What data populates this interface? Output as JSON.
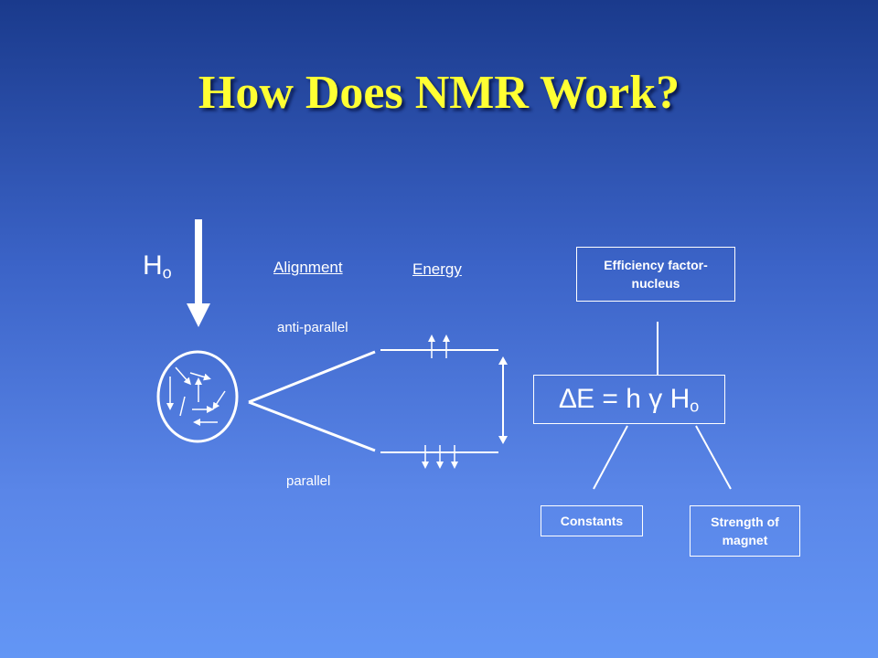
{
  "title": "How Does NMR Work?",
  "field_label": {
    "main": "H",
    "sub": "o"
  },
  "alignment_header": "Alignment",
  "energy_header": "Energy",
  "anti_parallel_label": "anti-parallel",
  "parallel_label": "parallel",
  "efficiency_box": {
    "line1": "Efficiency factor-",
    "line2": "nucleus"
  },
  "equation": {
    "delta": "∆",
    "lhs": "E = h ",
    "gamma": "γ",
    "h": " H",
    "sub": "o"
  },
  "constants_box": "Constants",
  "strength_box": {
    "line1": "Strength of",
    "line2": "magnet"
  },
  "colors": {
    "title": "#ffff33",
    "ink": "#ffffff",
    "bg_top": "#1a3a8c",
    "bg_bottom": "#6396f5"
  }
}
